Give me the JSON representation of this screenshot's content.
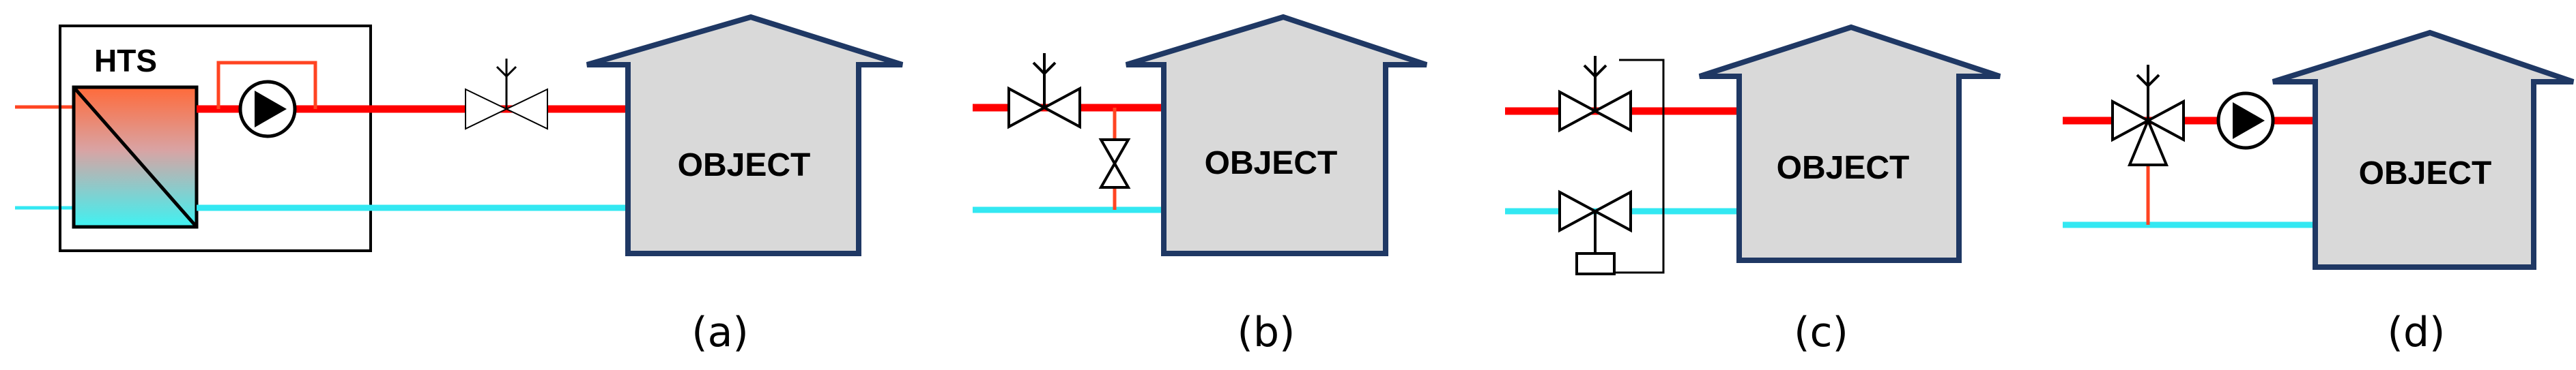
{
  "colors": {
    "supply": "#ff0000",
    "supply_thin": "#ff4422",
    "return": "#33e8f2",
    "building_fill": "#d9d9d9",
    "building_stroke": "#1f3864",
    "symbol_stroke": "#000000"
  },
  "hts_label": "HTS",
  "building_label": "OBJECT",
  "panels": [
    {
      "id": "a",
      "caption": "(a)",
      "components": [
        "heat-exchanger",
        "circulation-pump",
        "valve"
      ]
    },
    {
      "id": "b",
      "caption": "(b)",
      "components": [
        "control-valve",
        "bypass-valve"
      ]
    },
    {
      "id": "c",
      "caption": "(c)",
      "components": [
        "control-valve",
        "motorized-valve"
      ]
    },
    {
      "id": "d",
      "caption": "(d)",
      "components": [
        "three-way-valve",
        "circulation-pump"
      ]
    }
  ]
}
